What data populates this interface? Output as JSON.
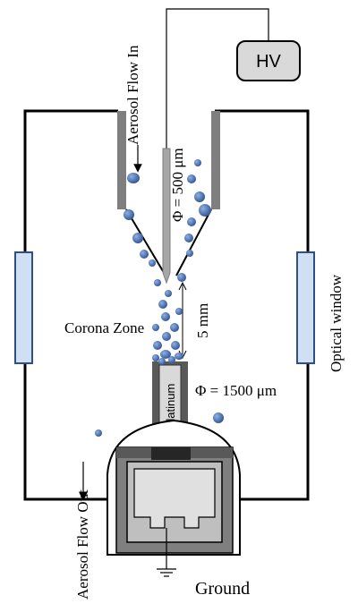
{
  "labels": {
    "aerosol_in": "Aerosol Flow In",
    "aerosol_out": "Aerosol Flow Out",
    "hv": "HV",
    "phi_needle": "Φ = 500 μm",
    "phi_electrode": "Φ = 1500 μm",
    "gap": "5 mm",
    "corona_zone": "Corona Zone",
    "optical_window": "Optical window",
    "platinum": "Platinum",
    "ground": "Ground"
  },
  "colors": {
    "particle": "#3f66a8",
    "window": "#cfe0f4",
    "window_border": "#2e4f82",
    "dark_gray": "#595959",
    "mid_gray": "#8c8c8c",
    "light_gray": "#d9d9d9",
    "hv_box": "#d9d9d9"
  }
}
